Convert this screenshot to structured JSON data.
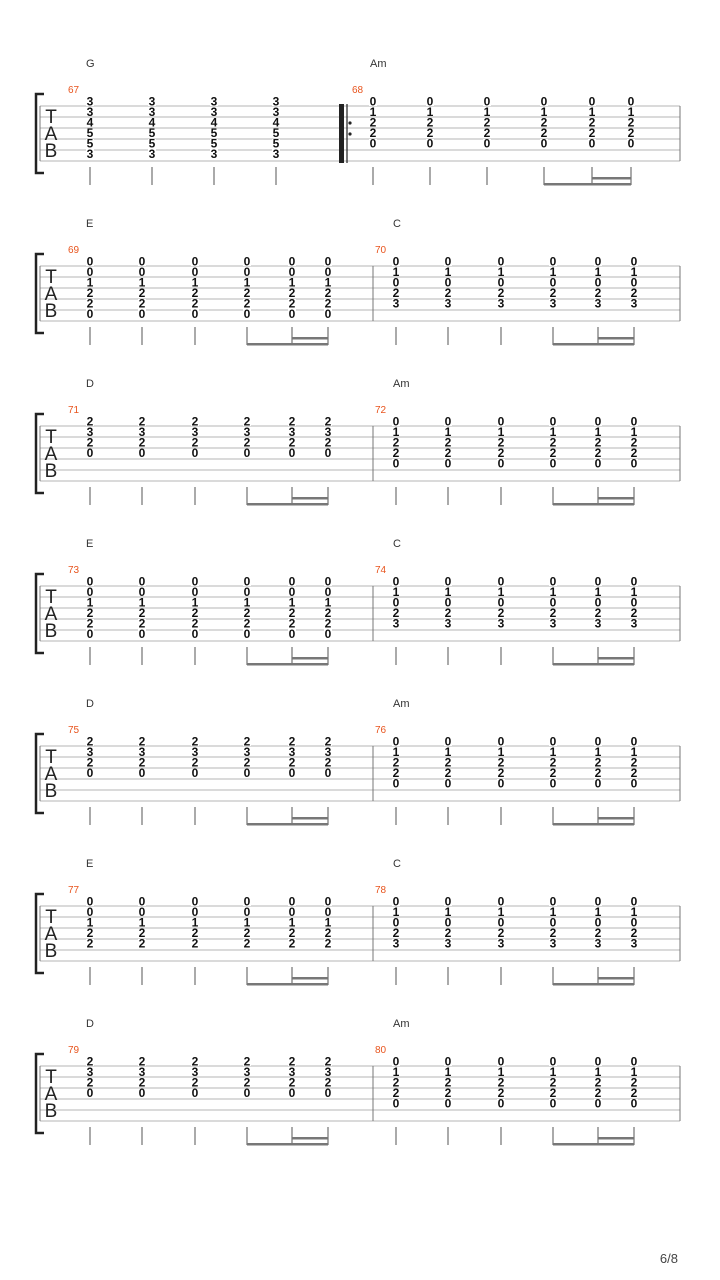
{
  "page": {
    "page_number": "6/8"
  },
  "tab_letters": [
    "T",
    "A",
    "B"
  ],
  "systems": [
    {
      "measures": [
        {
          "number": "67",
          "chord": "G",
          "repeat_start": false,
          "columns": [
            [
              "3",
              "3",
              "4",
              "5",
              "5",
              "3"
            ],
            [
              "3",
              "3",
              "4",
              "5",
              "5",
              "3"
            ],
            [
              "3",
              "3",
              "4",
              "5",
              "5",
              "3"
            ],
            [
              "3",
              "3",
              "4",
              "5",
              "5",
              "3"
            ]
          ]
        },
        {
          "number": "68",
          "chord": "Am",
          "repeat_start": true,
          "columns": [
            [
              "0",
              "1",
              "2",
              "2",
              "0",
              ""
            ],
            [
              "0",
              "1",
              "2",
              "2",
              "0",
              ""
            ],
            [
              "0",
              "1",
              "2",
              "2",
              "0",
              ""
            ],
            [
              "0",
              "1",
              "2",
              "2",
              "0",
              ""
            ],
            [
              "0",
              "1",
              "2",
              "2",
              "0",
              ""
            ],
            [
              "0",
              "1",
              "2",
              "2",
              "0",
              ""
            ]
          ]
        }
      ]
    },
    {
      "measures": [
        {
          "number": "69",
          "chord": "E",
          "repeat_start": false,
          "columns": [
            [
              "0",
              "0",
              "1",
              "2",
              "2",
              "0"
            ],
            [
              "0",
              "0",
              "1",
              "2",
              "2",
              "0"
            ],
            [
              "0",
              "0",
              "1",
              "2",
              "2",
              "0"
            ],
            [
              "0",
              "0",
              "1",
              "2",
              "2",
              "0"
            ],
            [
              "0",
              "0",
              "1",
              "2",
              "2",
              "0"
            ],
            [
              "0",
              "0",
              "1",
              "2",
              "2",
              "0"
            ]
          ]
        },
        {
          "number": "70",
          "chord": "C",
          "repeat_start": false,
          "columns": [
            [
              "0",
              "1",
              "0",
              "2",
              "3",
              ""
            ],
            [
              "0",
              "1",
              "0",
              "2",
              "3",
              ""
            ],
            [
              "0",
              "1",
              "0",
              "2",
              "3",
              ""
            ],
            [
              "0",
              "1",
              "0",
              "2",
              "3",
              ""
            ],
            [
              "0",
              "1",
              "0",
              "2",
              "3",
              ""
            ],
            [
              "0",
              "1",
              "0",
              "2",
              "3",
              ""
            ]
          ]
        }
      ]
    },
    {
      "measures": [
        {
          "number": "71",
          "chord": "D",
          "repeat_start": false,
          "columns": [
            [
              "2",
              "3",
              "2",
              "0",
              "",
              ""
            ],
            [
              "2",
              "3",
              "2",
              "0",
              "",
              ""
            ],
            [
              "2",
              "3",
              "2",
              "0",
              "",
              ""
            ],
            [
              "2",
              "3",
              "2",
              "0",
              "",
              ""
            ],
            [
              "2",
              "3",
              "2",
              "0",
              "",
              ""
            ],
            [
              "2",
              "3",
              "2",
              "0",
              "",
              ""
            ]
          ]
        },
        {
          "number": "72",
          "chord": "Am",
          "repeat_start": false,
          "columns": [
            [
              "0",
              "1",
              "2",
              "2",
              "0",
              ""
            ],
            [
              "0",
              "1",
              "2",
              "2",
              "0",
              ""
            ],
            [
              "0",
              "1",
              "2",
              "2",
              "0",
              ""
            ],
            [
              "0",
              "1",
              "2",
              "2",
              "0",
              ""
            ],
            [
              "0",
              "1",
              "2",
              "2",
              "0",
              ""
            ],
            [
              "0",
              "1",
              "2",
              "2",
              "0",
              ""
            ]
          ]
        }
      ]
    },
    {
      "measures": [
        {
          "number": "73",
          "chord": "E",
          "repeat_start": false,
          "columns": [
            [
              "0",
              "0",
              "1",
              "2",
              "2",
              "0"
            ],
            [
              "0",
              "0",
              "1",
              "2",
              "2",
              "0"
            ],
            [
              "0",
              "0",
              "1",
              "2",
              "2",
              "0"
            ],
            [
              "0",
              "0",
              "1",
              "2",
              "2",
              "0"
            ],
            [
              "0",
              "0",
              "1",
              "2",
              "2",
              "0"
            ],
            [
              "0",
              "0",
              "1",
              "2",
              "2",
              "0"
            ]
          ]
        },
        {
          "number": "74",
          "chord": "C",
          "repeat_start": false,
          "columns": [
            [
              "0",
              "1",
              "0",
              "2",
              "3",
              ""
            ],
            [
              "0",
              "1",
              "0",
              "2",
              "3",
              ""
            ],
            [
              "0",
              "1",
              "0",
              "2",
              "3",
              ""
            ],
            [
              "0",
              "1",
              "0",
              "2",
              "3",
              ""
            ],
            [
              "0",
              "1",
              "0",
              "2",
              "3",
              ""
            ],
            [
              "0",
              "1",
              "0",
              "2",
              "3",
              ""
            ]
          ]
        }
      ]
    },
    {
      "measures": [
        {
          "number": "75",
          "chord": "D",
          "repeat_start": false,
          "columns": [
            [
              "2",
              "3",
              "2",
              "0",
              "",
              ""
            ],
            [
              "2",
              "3",
              "2",
              "0",
              "",
              ""
            ],
            [
              "2",
              "3",
              "2",
              "0",
              "",
              ""
            ],
            [
              "2",
              "3",
              "2",
              "0",
              "",
              ""
            ],
            [
              "2",
              "3",
              "2",
              "0",
              "",
              ""
            ],
            [
              "2",
              "3",
              "2",
              "0",
              "",
              ""
            ]
          ]
        },
        {
          "number": "76",
          "chord": "Am",
          "repeat_start": false,
          "columns": [
            [
              "0",
              "1",
              "2",
              "2",
              "0",
              ""
            ],
            [
              "0",
              "1",
              "2",
              "2",
              "0",
              ""
            ],
            [
              "0",
              "1",
              "2",
              "2",
              "0",
              ""
            ],
            [
              "0",
              "1",
              "2",
              "2",
              "0",
              ""
            ],
            [
              "0",
              "1",
              "2",
              "2",
              "0",
              ""
            ],
            [
              "0",
              "1",
              "2",
              "2",
              "0",
              ""
            ]
          ]
        }
      ]
    },
    {
      "measures": [
        {
          "number": "77",
          "chord": "E",
          "repeat_start": false,
          "columns": [
            [
              "0",
              "0",
              "1",
              "2",
              "2",
              ""
            ],
            [
              "0",
              "0",
              "1",
              "2",
              "2",
              ""
            ],
            [
              "0",
              "0",
              "1",
              "2",
              "2",
              ""
            ],
            [
              "0",
              "0",
              "1",
              "2",
              "2",
              ""
            ],
            [
              "0",
              "0",
              "1",
              "2",
              "2",
              ""
            ],
            [
              "0",
              "0",
              "1",
              "2",
              "2",
              ""
            ]
          ]
        },
        {
          "number": "78",
          "chord": "C",
          "repeat_start": false,
          "columns": [
            [
              "0",
              "1",
              "0",
              "2",
              "3",
              ""
            ],
            [
              "0",
              "1",
              "0",
              "2",
              "3",
              ""
            ],
            [
              "0",
              "1",
              "0",
              "2",
              "3",
              ""
            ],
            [
              "0",
              "1",
              "0",
              "2",
              "3",
              ""
            ],
            [
              "0",
              "1",
              "0",
              "2",
              "3",
              ""
            ],
            [
              "0",
              "1",
              "0",
              "2",
              "3",
              ""
            ]
          ]
        }
      ]
    },
    {
      "measures": [
        {
          "number": "79",
          "chord": "D",
          "repeat_start": false,
          "columns": [
            [
              "2",
              "3",
              "2",
              "0",
              "",
              ""
            ],
            [
              "2",
              "3",
              "2",
              "0",
              "",
              ""
            ],
            [
              "2",
              "3",
              "2",
              "0",
              "",
              ""
            ],
            [
              "2",
              "3",
              "2",
              "0",
              "",
              ""
            ],
            [
              "2",
              "3",
              "2",
              "0",
              "",
              ""
            ],
            [
              "2",
              "3",
              "2",
              "0",
              "",
              ""
            ]
          ]
        },
        {
          "number": "80",
          "chord": "Am",
          "repeat_start": false,
          "columns": [
            [
              "0",
              "1",
              "2",
              "2",
              "0",
              ""
            ],
            [
              "0",
              "1",
              "2",
              "2",
              "0",
              ""
            ],
            [
              "0",
              "1",
              "2",
              "2",
              "0",
              ""
            ],
            [
              "0",
              "1",
              "2",
              "2",
              "0",
              ""
            ],
            [
              "0",
              "1",
              "2",
              "2",
              "0",
              ""
            ],
            [
              "0",
              "1",
              "2",
              "2",
              "0",
              ""
            ]
          ]
        }
      ]
    }
  ]
}
